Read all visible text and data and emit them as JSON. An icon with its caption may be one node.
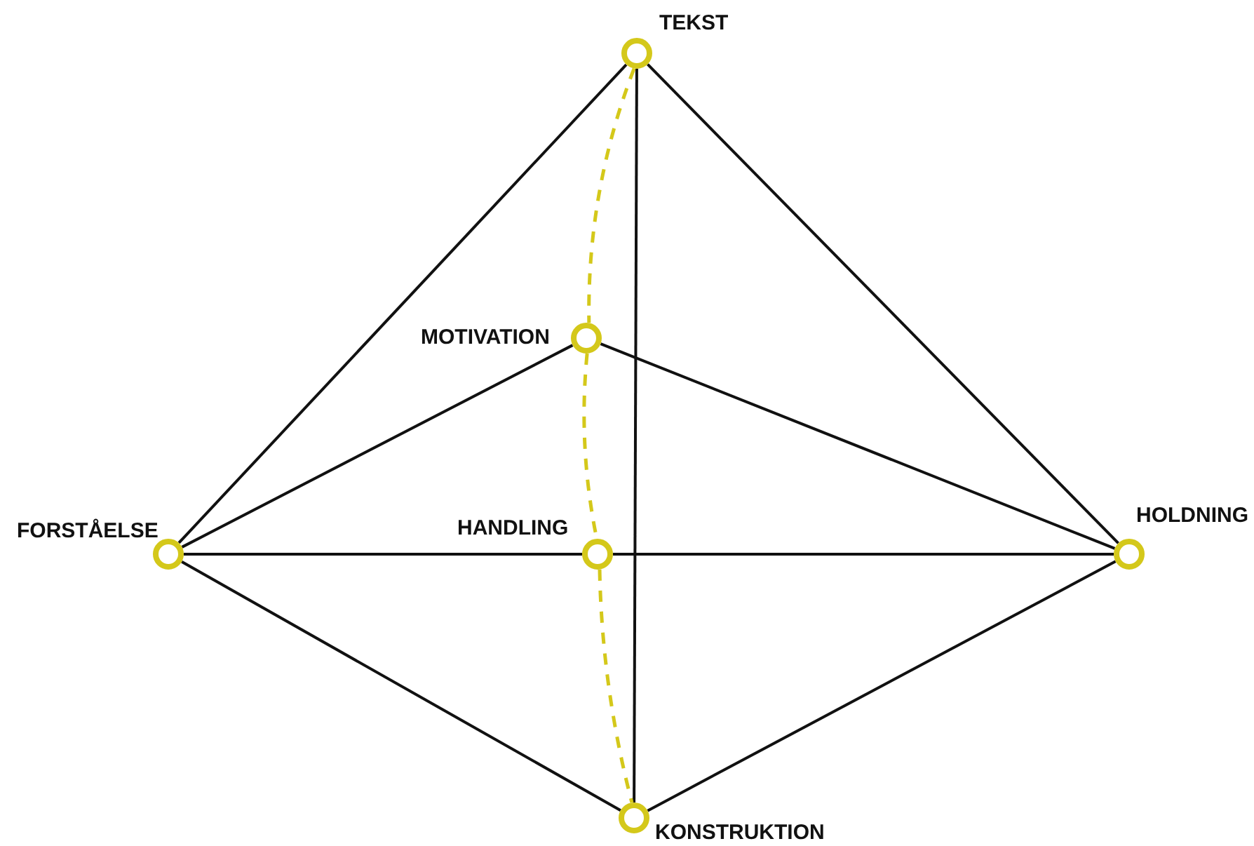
{
  "diagram": {
    "nodes": [
      {
        "text": [],
        "shape": "circle",
        "beside": [
          "TEKST"
        ]
      },
      {
        "text": [],
        "shape": "circle",
        "beside": [
          "MOTIVATION"
        ]
      },
      {
        "text": [],
        "shape": "circle",
        "beside": [
          "FORSTÅELSE"
        ]
      },
      {
        "text": [],
        "shape": "circle",
        "beside": [
          "HANDLING"
        ]
      },
      {
        "text": [],
        "shape": "circle",
        "beside": [
          "HOLDNING"
        ]
      },
      {
        "text": [],
        "shape": "circle",
        "beside": [
          "KONSTRUKTION"
        ]
      }
    ],
    "edges": [
      {
        "from": 0,
        "to": 2,
        "arrow": "none"
      },
      {
        "from": 0,
        "to": 4,
        "arrow": "none"
      },
      {
        "from": 0,
        "to": 5,
        "arrow": "none"
      },
      {
        "from": 2,
        "to": 1,
        "arrow": "none"
      },
      {
        "from": 1,
        "to": 4,
        "arrow": "none"
      },
      {
        "from": 2,
        "to": 3,
        "arrow": "none"
      },
      {
        "from": 3,
        "to": 4,
        "arrow": "none"
      },
      {
        "from": 2,
        "to": 5,
        "arrow": "none"
      },
      {
        "from": 5,
        "to": 4,
        "arrow": "none"
      },
      {
        "from": 0,
        "to": 1,
        "arrow": "none",
        "style": "dashed",
        "color": "#d4c81a"
      },
      {
        "from": 1,
        "to": 3,
        "arrow": "none",
        "style": "dashed",
        "color": "#d4c81a"
      },
      {
        "from": 3,
        "to": 5,
        "arrow": "none",
        "style": "dashed",
        "color": "#d4c81a"
      }
    ]
  }
}
